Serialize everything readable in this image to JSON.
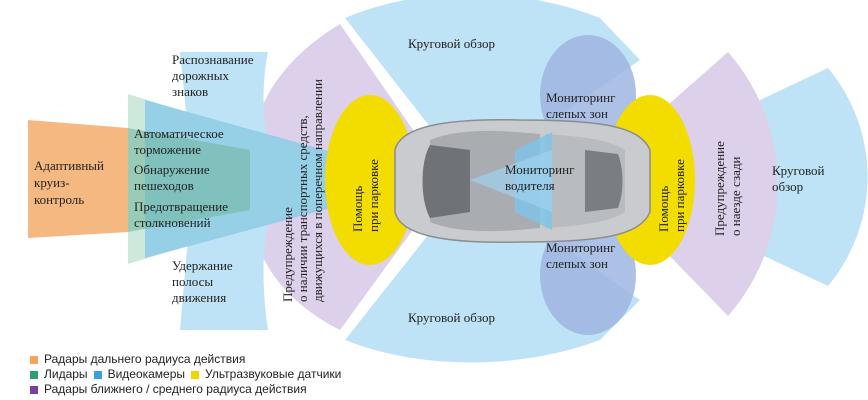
{
  "colors": {
    "long_range_radar": "#f4a460",
    "lidar": "#2e9e6e",
    "camera": "#3aa0dc",
    "ultrasonic": "#f2d400",
    "short_mid_radar": "#7a3fa0",
    "camera_zone_fill": "#9fd3f0",
    "radar_zone_fill": "#d9cdea",
    "ultrasonic_fill": "#f3dc00"
  },
  "zones": {
    "adaptive_cruise": [
      "Адаптивный",
      "круиз-",
      "контроль"
    ],
    "road_signs": [
      "Распознавание",
      "дорожных",
      "знаков"
    ],
    "auto_braking": [
      "Автоматическое",
      "торможение"
    ],
    "pedestrian_detection": [
      "Обнаружение",
      "пешеходов"
    ],
    "collision_avoidance": [
      "Предотвращение",
      "столкновений"
    ],
    "lane_keeping": [
      "Удержание",
      "полосы",
      "движения"
    ],
    "cross_traffic_warning": [
      "Предупреждение",
      "о наличии транспортных средств,",
      "движущихся в поперечном направлении"
    ],
    "park_assist_front": [
      "Помощь",
      "при парковке"
    ],
    "park_assist_rear": [
      "Помощь",
      "при парковке"
    ],
    "surround_view_top": "Круговой обзор",
    "surround_view_bottom": "Круговой обзор",
    "surround_view_rear": [
      "Круговой",
      "обзор"
    ],
    "blind_spot_top": [
      "Мониторинг",
      "слепых зон"
    ],
    "blind_spot_bottom": [
      "Мониторинг",
      "слепых зон"
    ],
    "driver_monitoring": [
      "Мониторинг",
      "водителя"
    ],
    "rear_collision_warning": [
      "Предупреждение",
      "о наезде сзади"
    ]
  },
  "legend": {
    "long_range_radar": "Радары дальнего радиуса действия",
    "lidar": "Лидары",
    "camera": "Видеокамеры",
    "ultrasonic": "Ультразвуковые датчики",
    "short_mid_radar": "Радары ближнего / среднего радиуса действия"
  }
}
